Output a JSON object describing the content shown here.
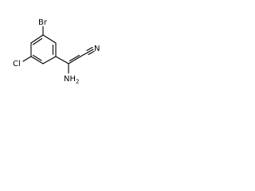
{
  "molecule": {
    "atoms": {
      "br": "Br",
      "cl": "Cl",
      "nh2": {
        "element": "NH",
        "subscript": "2"
      },
      "n": "N"
    },
    "colors": {
      "bond": "#000000",
      "label": "#000000",
      "background": "#ffffff"
    }
  }
}
